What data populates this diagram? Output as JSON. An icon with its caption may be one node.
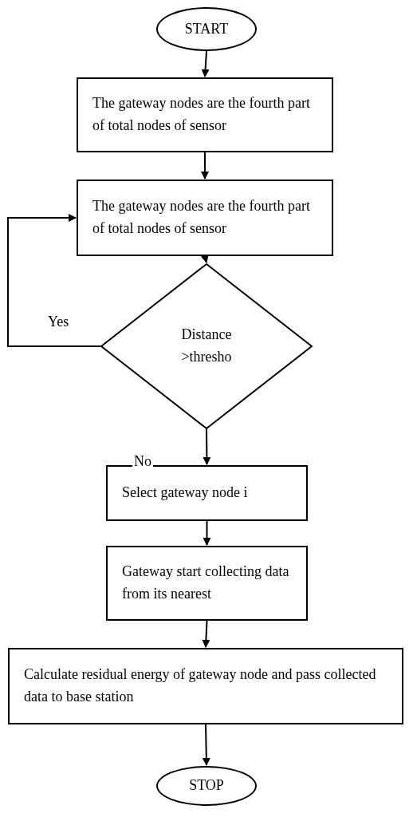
{
  "diagram": {
    "nodes": [
      {
        "text": [
          "START"
        ]
      },
      {
        "text": [
          "The gateway nodes are the fourth part of total nodes of sensor"
        ]
      },
      {
        "text": [
          "The gateway nodes are the fourth part of total nodes of sensor"
        ]
      },
      {
        "text": [
          "Distance >thresho"
        ]
      },
      {
        "text": [
          "Select gateway node i"
        ]
      },
      {
        "text": [
          "Gateway start collecting data from its nearest"
        ]
      },
      {
        "text": [
          "Calculate residual energy of gateway node and pass collected data to base station"
        ]
      },
      {
        "text": [
          "STOP"
        ]
      }
    ],
    "edges": [
      {
        "from": 0,
        "to": 1,
        "arrow": "to"
      },
      {
        "from": 1,
        "to": 2,
        "arrow": "to"
      },
      {
        "from": 2,
        "to": 3,
        "arrow": "to"
      },
      {
        "from": 3,
        "to": 2,
        "arrow": "to",
        "label": "Yes"
      },
      {
        "from": 3,
        "to": 4,
        "arrow": "to",
        "label": "No"
      },
      {
        "from": 4,
        "to": 5,
        "arrow": "to"
      },
      {
        "from": 5,
        "to": 6,
        "arrow": "to"
      },
      {
        "from": 6,
        "to": 7,
        "arrow": "to"
      }
    ]
  }
}
